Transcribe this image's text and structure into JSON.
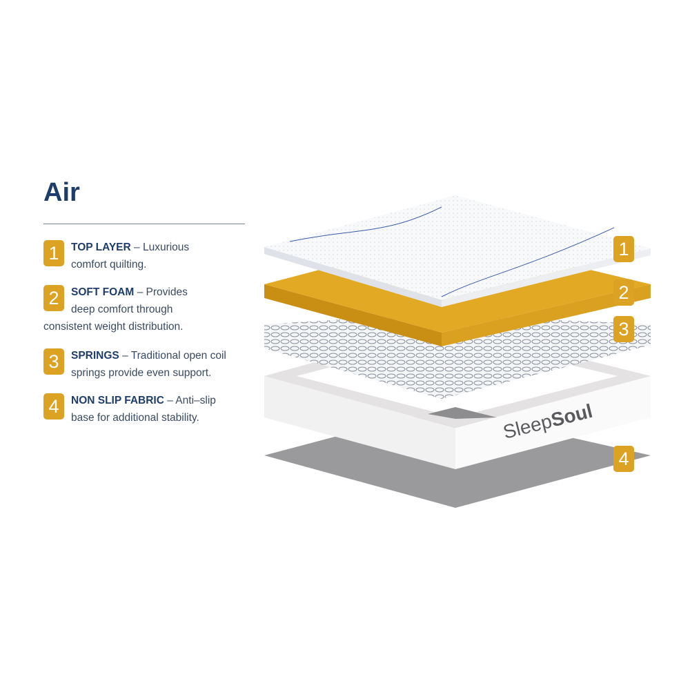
{
  "title": "Air",
  "accent_color": "#dba223",
  "text_color": "#1f3d6b",
  "layers": [
    {
      "number": "1",
      "name": "TOP LAYER",
      "desc_line1": " – Luxurious",
      "desc_line2": "comfort quilting."
    },
    {
      "number": "2",
      "name": "SOFT FOAM",
      "desc_line1": " – Provides",
      "desc_line2": "deep comfort through",
      "desc_line3": "consistent weight distribution."
    },
    {
      "number": "3",
      "name": "SPRINGS",
      "desc_line1": " – Traditional open coil",
      "desc_line2": "springs provide even support."
    },
    {
      "number": "4",
      "name": "NON SLIP FABRIC",
      "desc_line1": " – Anti–slip",
      "desc_line2": "base for additional stability."
    }
  ],
  "brand_logo": "SleepSoul"
}
